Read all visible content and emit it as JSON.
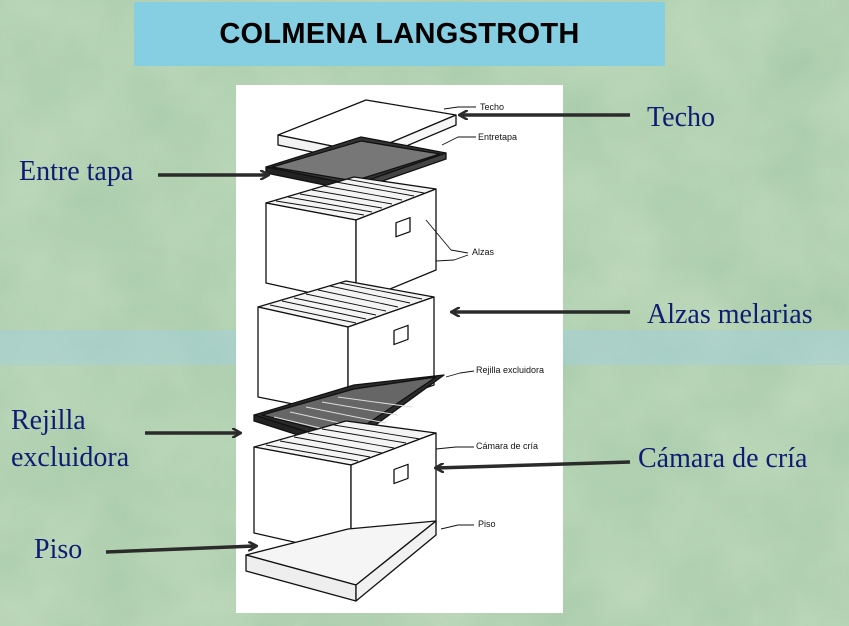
{
  "title": "COLMENA LANGSTROTH",
  "labels": {
    "techo": "Techo",
    "entre_tapa": "Entre tapa",
    "alzas_melarias": "Alzas melarias",
    "rejilla_line1": "Rejilla",
    "rejilla_line2": "excluidora",
    "camara_de_cria": "Cámara de cría",
    "piso": "Piso"
  },
  "drawing_labels": {
    "techo": "Techo",
    "entretapa": "Entretapa",
    "alzas": "Alzas",
    "rejilla_excluidora": "Rejilla excluidora",
    "camara_de_cria": "Cámara de cría",
    "piso": "Piso"
  },
  "colors": {
    "title_bg": "#86cfe3",
    "label_text": "#0f1c73",
    "arrow": "#2b2b2b",
    "background": "#a9ccab"
  }
}
